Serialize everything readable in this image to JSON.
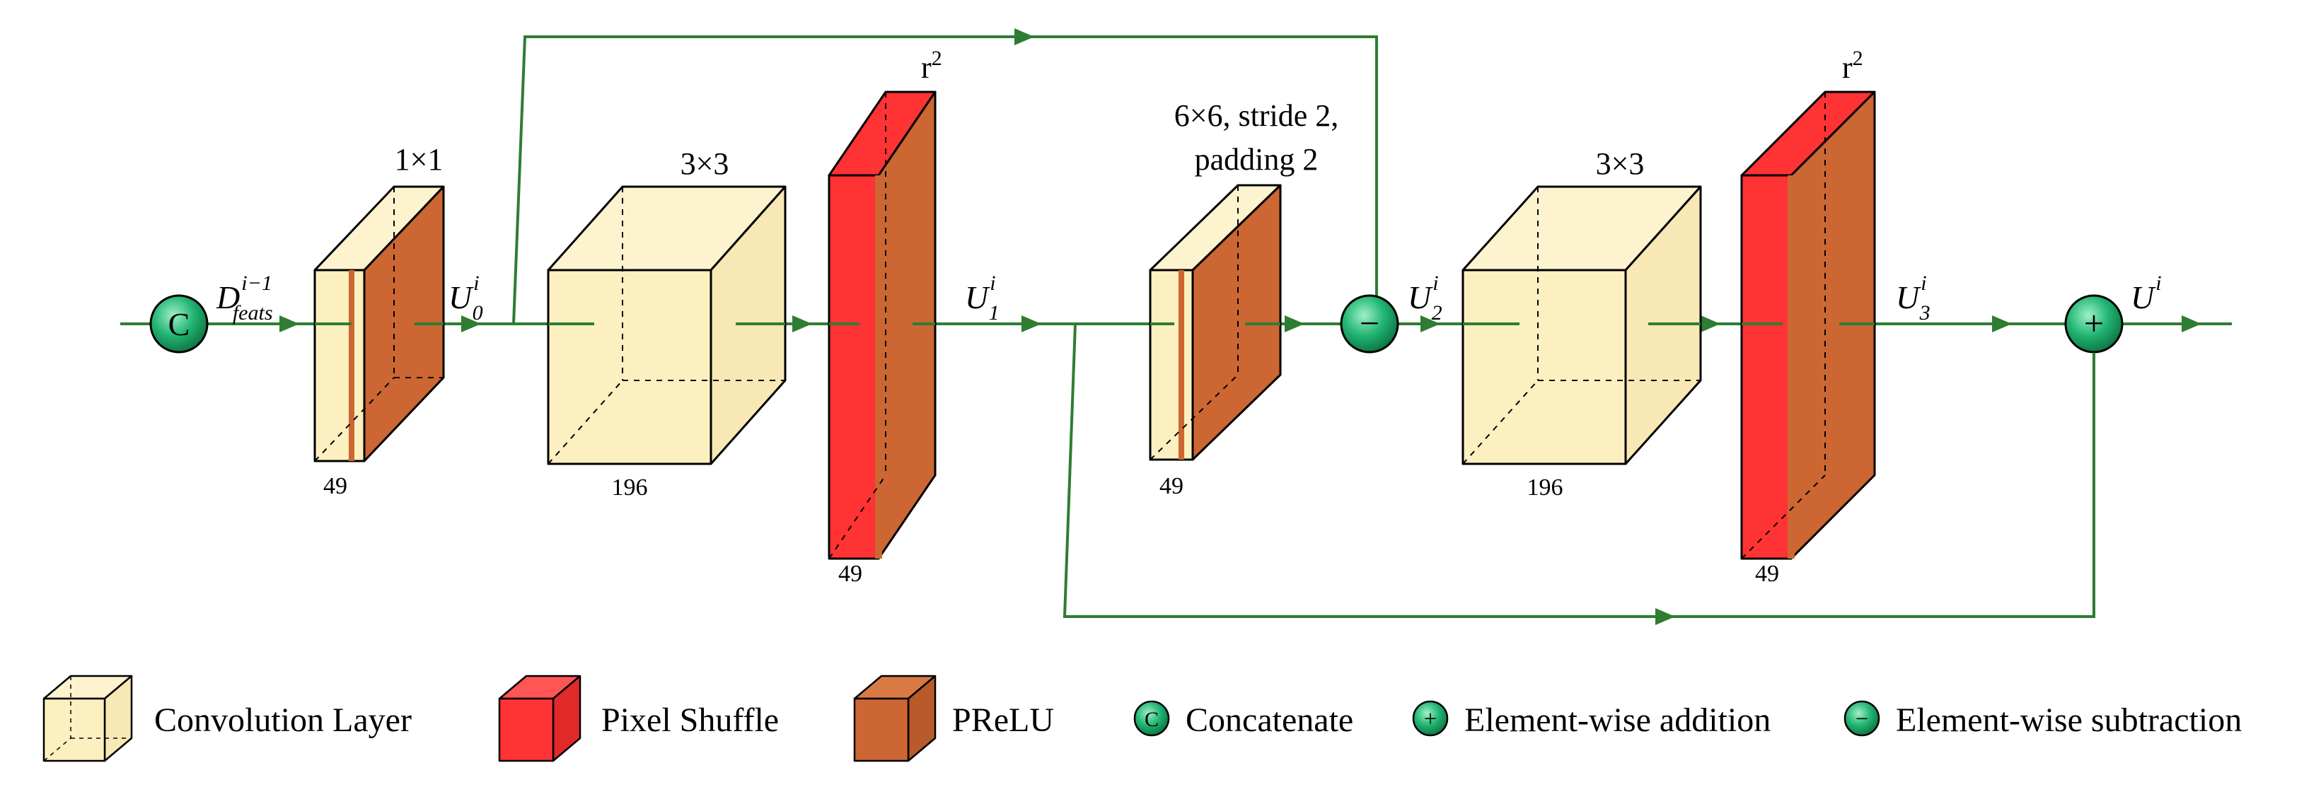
{
  "colors": {
    "conv": "#fcefc0",
    "shuffle": "#ff3333",
    "prelu": "#cc6633",
    "flow": "#2e7d32",
    "op": "#22b573"
  },
  "blocks": {
    "b1": {
      "kernel": "1×1",
      "channels": "49"
    },
    "b2": {
      "kernel": "3×3",
      "channels": "196"
    },
    "b3": {
      "kernel": "r",
      "kernel_sup": "2",
      "channels": "49"
    },
    "b4": {
      "kernel_line1": "6×6, stride 2,",
      "kernel_line2": "padding 2",
      "channels": "49"
    },
    "b5": {
      "kernel": "3×3",
      "channels": "196"
    },
    "b6": {
      "kernel": "r",
      "kernel_sup": "2",
      "channels": "49"
    }
  },
  "ops": {
    "concat": "C",
    "subtract": "−",
    "add": "+"
  },
  "signals": {
    "dfeats": {
      "base": "D",
      "sub": "feats",
      "sup": "i−1"
    },
    "u0": {
      "base": "U",
      "sub": "0",
      "sup": "i"
    },
    "u1": {
      "base": "U",
      "sub": "1",
      "sup": "i"
    },
    "u2": {
      "base": "U",
      "sub": "2",
      "sup": "i"
    },
    "u3": {
      "base": "U",
      "sub": "3",
      "sup": "i"
    },
    "u": {
      "base": "U",
      "sup": "i"
    }
  },
  "legend": {
    "conv": "Convolution Layer",
    "shuffle": "Pixel Shuffle",
    "prelu": "PReLU",
    "concat": "Concatenate",
    "add": "Element-wise addition",
    "subtract": "Element-wise subtraction"
  }
}
